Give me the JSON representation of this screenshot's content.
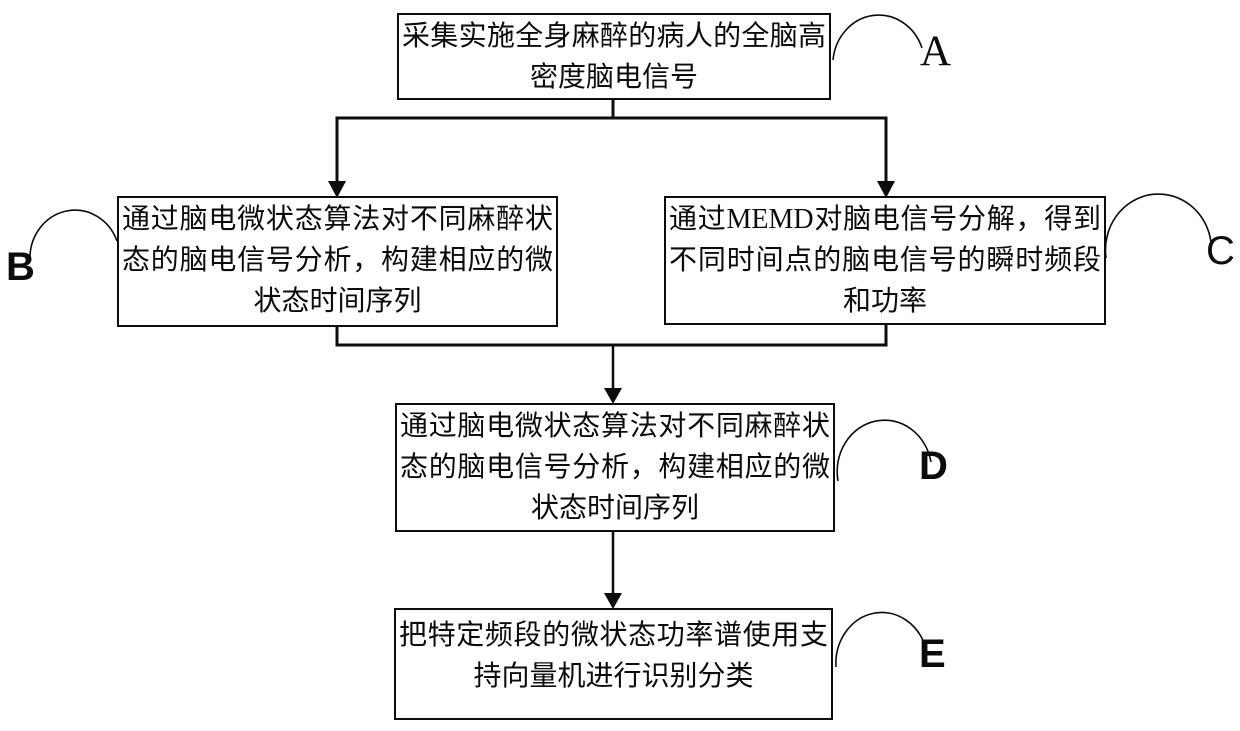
{
  "diagram": {
    "type": "flowchart",
    "ink_color": "#0c0c0c",
    "background_color": "#ffffff",
    "nodes": [
      {
        "id": "box-a",
        "tag": "A",
        "text": "采集实施全身麻醉的病人的全脑高密度脑电信号"
      },
      {
        "id": "box-b",
        "tag": "B",
        "text": "通过脑电微状态算法对不同麻醉状态的脑电信号分析，构建相应的微状态时间序列"
      },
      {
        "id": "box-c",
        "tag": "C",
        "text": "通过MEMD对脑电信号分解，得到不同时间点的脑电信号的瞬时频段和功率"
      },
      {
        "id": "box-d",
        "tag": "D",
        "text": "通过脑电微状态算法对不同麻醉状态的脑电信号分析，构建相应的微状态时间序列"
      },
      {
        "id": "box-e",
        "tag": "E",
        "text": "把特定频段的微状态功率谱使用支持向量机进行识别分类"
      }
    ],
    "edges": [
      {
        "from": "box-a",
        "to": "box-b",
        "style": "arrow"
      },
      {
        "from": "box-a",
        "to": "box-c",
        "style": "arrow"
      },
      {
        "from": "box-b",
        "to": "box-d",
        "style": "arrow"
      },
      {
        "from": "box-c",
        "to": "box-d",
        "style": "arrow"
      },
      {
        "from": "box-d",
        "to": "box-e",
        "style": "arrow"
      }
    ]
  }
}
